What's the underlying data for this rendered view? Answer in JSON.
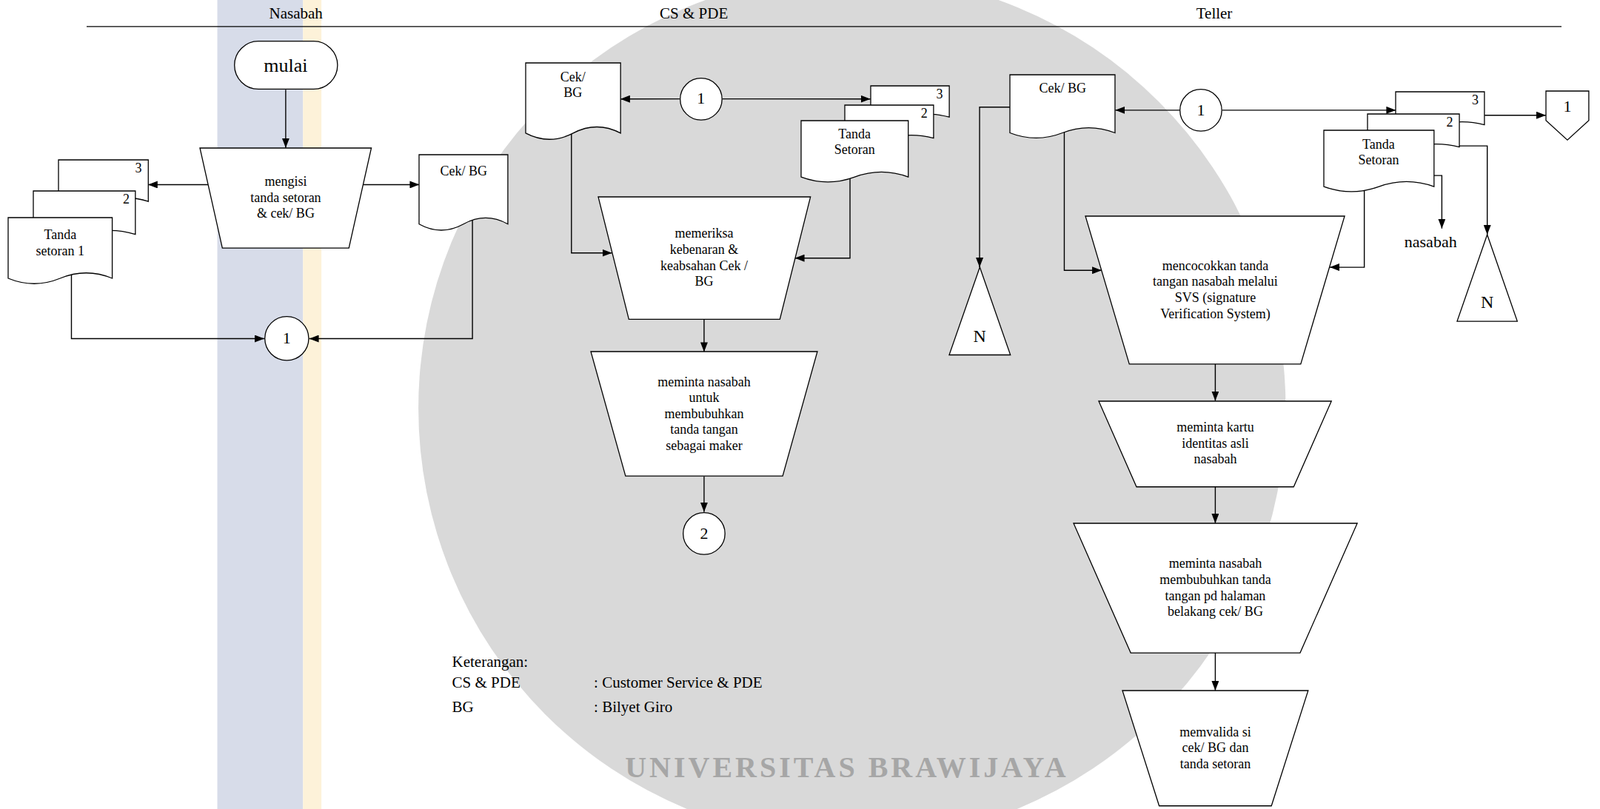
{
  "diagram": {
    "nodes": [
      {
        "text": [
          "mulai"
        ]
      },
      {
        "text": [
          "mengisi tanda setoran & cek/ BG"
        ]
      },
      {
        "text": [
          "3"
        ]
      },
      {
        "text": [
          "2"
        ]
      },
      {
        "text": [
          "Tanda setoran 1"
        ]
      },
      {
        "text": [
          "Cek/ BG"
        ]
      },
      {
        "text": [
          "1"
        ]
      },
      {
        "text": [
          "Cek/ BG"
        ]
      },
      {
        "text": [
          "1"
        ]
      },
      {
        "text": [
          "3"
        ]
      },
      {
        "text": [
          "2"
        ]
      },
      {
        "text": [
          "Tanda Setoran"
        ]
      },
      {
        "text": [
          "memeriksa kebenaran & keabsahan Cek / BG"
        ]
      },
      {
        "text": [
          "meminta nasabah untuk membubuhkan tanda tangan sebagai maker"
        ]
      },
      {
        "text": [
          "2"
        ]
      },
      {
        "text": [
          "Cek/ BG"
        ]
      },
      {
        "text": [
          "1"
        ]
      },
      {
        "text": [
          "3"
        ]
      },
      {
        "text": [
          "2"
        ]
      },
      {
        "text": [
          "Tanda Setoran"
        ]
      },
      {
        "text": [
          "1"
        ]
      },
      {
        "text": [
          "N"
        ]
      },
      {
        "text": [
          "N"
        ]
      },
      {
        "text": [
          "mencocokkan tanda tangan nasabah melalui SVS (signature Verification System)"
        ]
      },
      {
        "text": [
          "meminta kartu identitas asli nasabah"
        ]
      },
      {
        "text": [
          "meminta nasabah membubuhkan tanda tangan pd halaman belakang cek/ BG"
        ]
      },
      {
        "text": [
          "memvalida si cek/ BG dan tanda setoran"
        ]
      }
    ],
    "edges": [
      {
        "from": 0,
        "to": 1,
        "arrow": "to"
      },
      {
        "from": 1,
        "to": 2,
        "arrow": "to"
      },
      {
        "from": 1,
        "to": 5,
        "arrow": "to"
      },
      {
        "from": 4,
        "to": 6,
        "arrow": "to"
      },
      {
        "from": 5,
        "to": 6,
        "arrow": "to"
      },
      {
        "from": 8,
        "to": 7,
        "arrow": "to"
      },
      {
        "from": 8,
        "to": 9,
        "arrow": "to"
      },
      {
        "from": 7,
        "to": 12,
        "arrow": "to"
      },
      {
        "from": 11,
        "to": 12,
        "arrow": "to"
      },
      {
        "from": 12,
        "to": 13,
        "arrow": "to"
      },
      {
        "from": 13,
        "to": 14,
        "arrow": "to"
      },
      {
        "from": 16,
        "to": 15,
        "arrow": "to"
      },
      {
        "from": 16,
        "to": 17,
        "arrow": "to"
      },
      {
        "from": 17,
        "to": 20,
        "arrow": "to"
      },
      {
        "from": 18,
        "to": 21,
        "arrow": "to"
      },
      {
        "from": 15,
        "to": 22,
        "arrow": "to"
      },
      {
        "from": 15,
        "to": 23,
        "arrow": "to"
      },
      {
        "from": 19,
        "to": 23,
        "arrow": "to"
      },
      {
        "from": 23,
        "to": 24,
        "arrow": "to"
      },
      {
        "from": 24,
        "to": 25,
        "arrow": "to"
      },
      {
        "from": 25,
        "to": 26,
        "arrow": "to"
      }
    ],
    "labels": [
      "Nasabah",
      "CS & PDE",
      "Teller",
      "nasabah",
      "Keterangan:",
      "CS & PDE",
      ": Customer Service & PDE",
      "BG",
      ": Bilyet Giro",
      "UNIVERSITAS BRAWIJAYA"
    ]
  }
}
